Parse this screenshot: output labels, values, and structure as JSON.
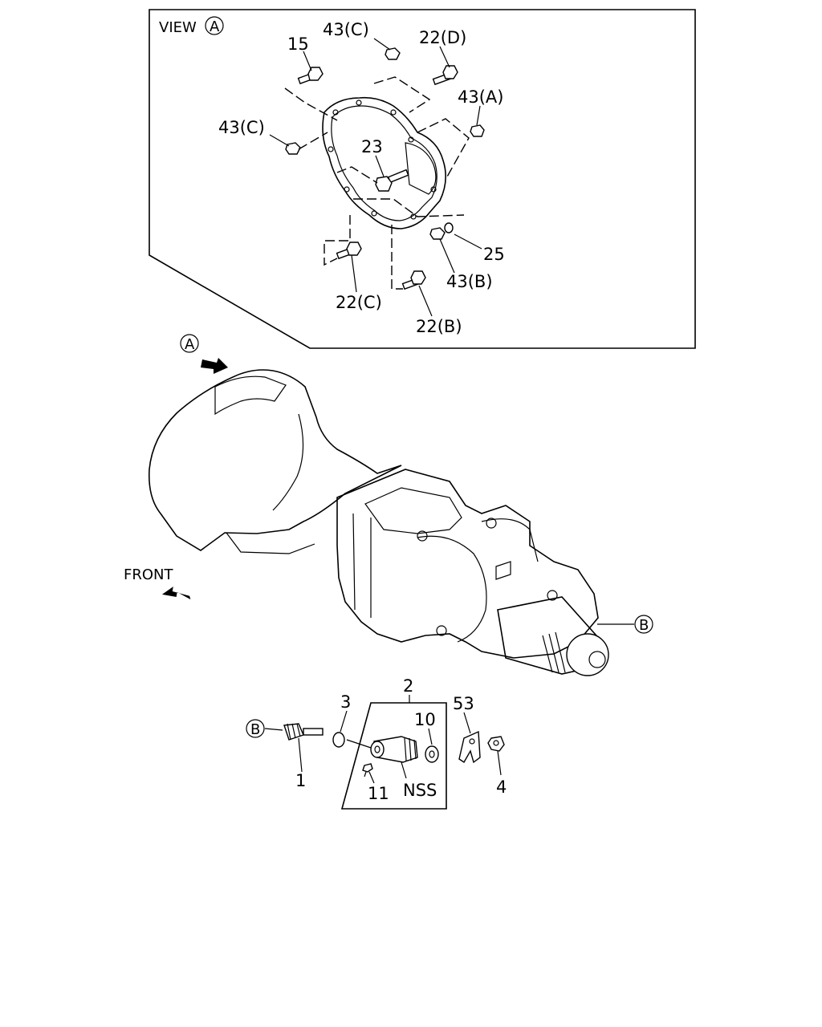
{
  "view_panel": {
    "title": "VIEW",
    "marker": "A"
  },
  "callouts": {
    "c15": "15",
    "c43c_top": "43(C)",
    "c22d": "22(D)",
    "c43a": "43(A)",
    "c43c_left": "43(C)",
    "c23": "23",
    "c25": "25",
    "c43b": "43(B)",
    "c22c": "22(C)",
    "c22b": "22(B)",
    "c2": "2",
    "c3": "3",
    "c10": "10",
    "c53": "53",
    "c1": "1",
    "c11": "11",
    "cnss": "NSS",
    "c4": "4"
  },
  "markers": {
    "view_arrow": "A",
    "b_right": "B",
    "b_left": "B"
  },
  "direction": {
    "front_label": "FRONT"
  }
}
